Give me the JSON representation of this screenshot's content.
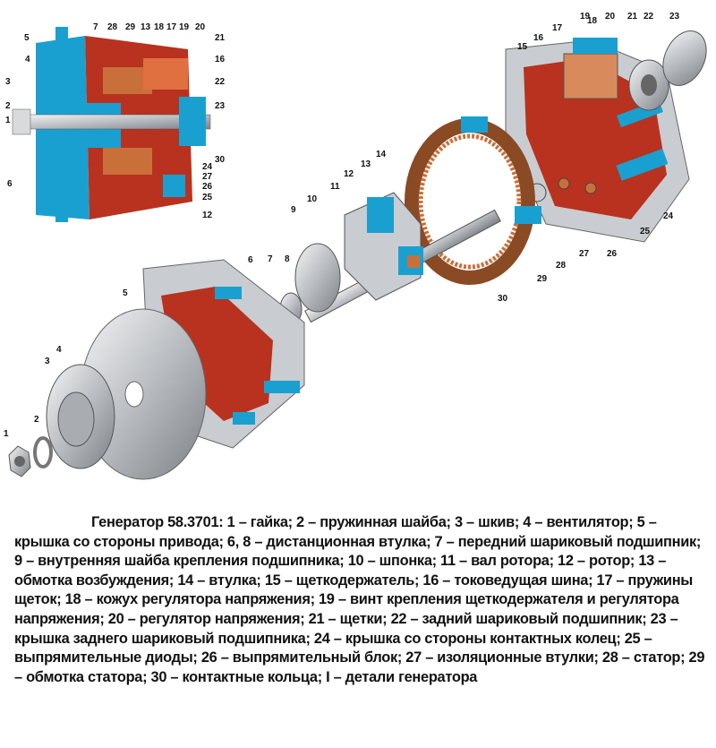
{
  "figure": {
    "inset_labels": [
      "5",
      "4",
      "3",
      "2",
      "1",
      "6",
      "7",
      "28",
      "29",
      "13",
      "18",
      "17",
      "19",
      "20",
      "21",
      "16",
      "22",
      "23",
      "30",
      "24",
      "27",
      "26",
      "25",
      "12"
    ],
    "exploded_labels": [
      "1",
      "2",
      "3",
      "4",
      "5",
      "6",
      "7",
      "8",
      "9",
      "10",
      "11",
      "12",
      "13",
      "14",
      "15",
      "16",
      "17",
      "18",
      "19",
      "20",
      "21",
      "22",
      "23",
      "24",
      "25",
      "26",
      "27",
      "28",
      "29",
      "30"
    ],
    "colors": {
      "red": "#b8321f",
      "blue": "#1aa0d0",
      "steel": "#c9ccd0",
      "copper": "#c9703a"
    }
  },
  "caption": "Генератор 58.3701: 1 – гайка; 2 – пружинная шайба; 3 – шкив; 4 – вентилятор; 5 – крышка со стороны привода; 6, 8 – дистанционная втулка; 7 – передний шариковый подшипник; 9 – внутренняя шайба крепления подшипника; 10 – шпонка; 11 – вал ротора; 12 – ротор; 13 – обмотка возбуждения; 14 – втулка; 15 – щеткодержатель; 16 – токоведущая шина; 17 – пружины щеток; 18 – кожух регулятора напряжения; 19 – винт крепления щеткодержателя и регулятора напряжения; 20 – регулятор напряжения; 21 – щетки; 22 – задний шариковый подшипник; 23 – крышка заднего шариковый подшипника; 24 – крышка со стороны контактных колец; 25 – выпрямительные диоды; 26 – выпрямительный блок; 27 – изоляционные втулки; 28 – статор; 29 – обмотка статора; 30 – контактные кольца; I – детали генератора"
}
